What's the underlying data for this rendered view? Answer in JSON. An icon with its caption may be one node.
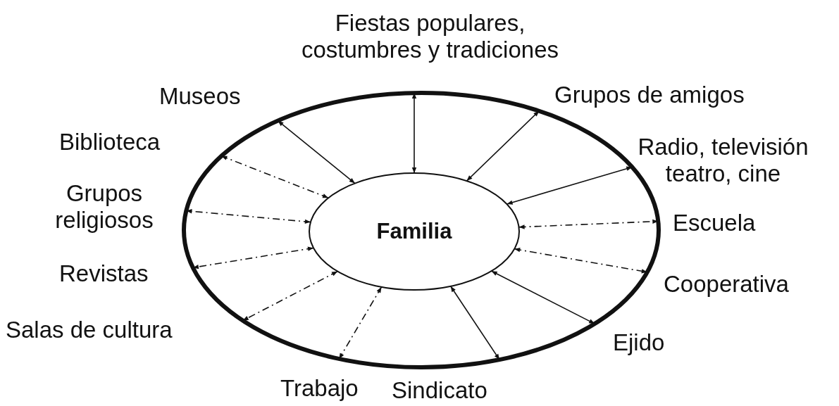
{
  "diagram": {
    "nodes": [
      {
        "text": [],
        "shape": "ellipse"
      },
      {
        "text": [
          "Familia"
        ],
        "in": 0
      }
    ],
    "edges": [
      {
        "from": 1,
        "to": 0,
        "arrow": "both"
      },
      {
        "from": 1,
        "to": 0,
        "arrow": "both"
      },
      {
        "from": 1,
        "to": 0,
        "arrow": "both",
        "style": "dashed"
      },
      {
        "from": 1,
        "to": 0,
        "arrow": "both",
        "style": "dashed"
      },
      {
        "from": 1,
        "to": 0,
        "arrow": "both",
        "style": "dashed"
      },
      {
        "from": 1,
        "to": 0,
        "arrow": "both",
        "style": "dashed"
      },
      {
        "from": 1,
        "to": 0,
        "arrow": "both",
        "style": "dashed"
      },
      {
        "from": 1,
        "to": 0,
        "arrow": "both"
      },
      {
        "from": 1,
        "to": 0,
        "arrow": "both"
      },
      {
        "from": 1,
        "to": 0,
        "arrow": "both",
        "style": "dashed"
      },
      {
        "from": 1,
        "to": 0,
        "arrow": "both",
        "style": "dashed"
      },
      {
        "from": 1,
        "to": 0,
        "arrow": "both"
      },
      {
        "from": 1,
        "to": 0,
        "arrow": "both"
      }
    ],
    "labels": [
      "Fiestas populares, costumbres y tradiciones",
      "Museos",
      "Grupos de amigos",
      "Biblioteca",
      "Radio, televisión teatro, cine",
      "Grupos religiosos",
      "Escuela",
      "Revistas",
      "Cooperativa",
      "Salas de cultura",
      "Ejido",
      "Trabajo",
      "Sindicato"
    ]
  }
}
